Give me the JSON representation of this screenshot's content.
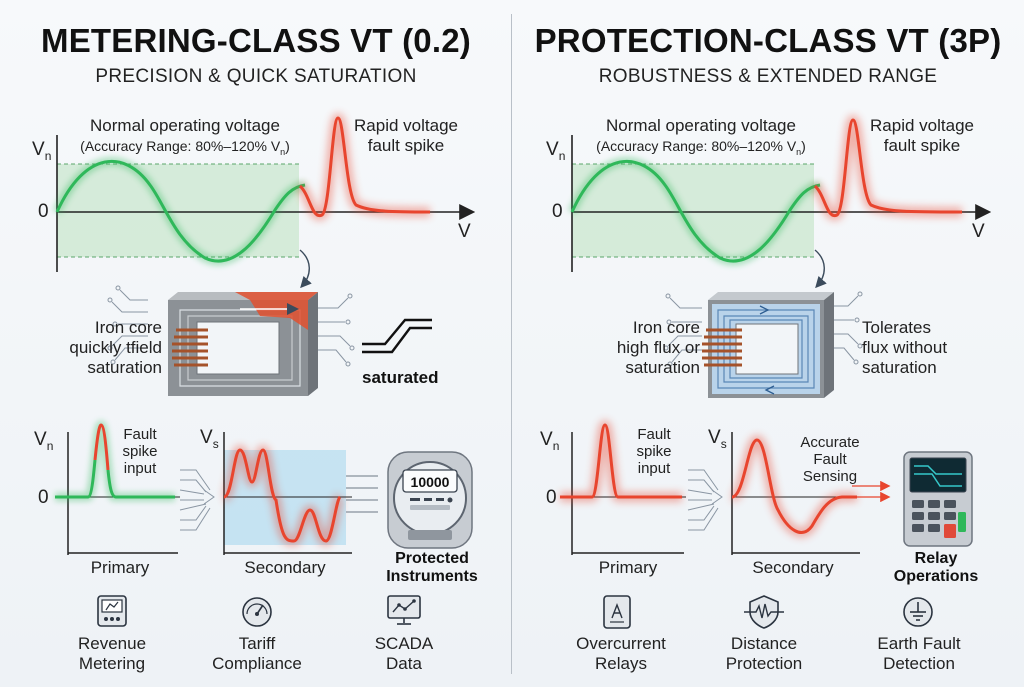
{
  "left": {
    "title": "METERING-CLASS VT (0.2)",
    "subtitle": "PRECISION & QUICK SATURATION",
    "normal_label_1": "Normal operating voltage",
    "normal_label_2": "(Accuracy Range: 80%–120% V",
    "normal_label_2_sub": "n",
    "normal_label_2_end": ")",
    "spike_label_1": "Rapid voltage",
    "spike_label_2": "fault spike",
    "axis_vn": "V",
    "axis_vn_sub": "n",
    "axis_zero": "0",
    "axis_v": "V",
    "core_label_1": "Iron core",
    "core_label_2": "quickly tfield",
    "core_label_3": "saturation",
    "sat_label": "saturated",
    "fault_label_1": "Fault",
    "fault_label_2": "spike",
    "fault_label_3": "input",
    "vs": "V",
    "vs_sub": "s",
    "primary": "Primary",
    "secondary": "Secondary",
    "meter_display": "10000",
    "device_label_1": "Protected",
    "device_label_2": "Instruments",
    "icons": [
      {
        "name": "meter-icon",
        "line1": "Revenue",
        "line2": "Metering"
      },
      {
        "name": "gauge-icon",
        "line1": "Tariff",
        "line2": "Compliance"
      },
      {
        "name": "scada-monitor-icon",
        "line1": "SCADA",
        "line2": "Data"
      }
    ]
  },
  "right": {
    "title": "PROTECTION-CLASS VT (3P)",
    "subtitle": "ROBUSTNESS & EXTENDED RANGE",
    "normal_label_1": "Normal operating voltage",
    "normal_label_2": "(Accuracy Range: 80%–120% V",
    "normal_label_2_sub": "n",
    "normal_label_2_end": ")",
    "spike_label_1": "Rapid voltage",
    "spike_label_2": "fault spike",
    "axis_vn": "V",
    "axis_vn_sub": "n",
    "axis_zero": "0",
    "axis_v": "V",
    "core_left_1": "Iron core",
    "core_left_2": "high flux or",
    "core_left_3": "saturation",
    "core_right_1": "Tolerates",
    "core_right_2": "flux without",
    "core_right_3": "saturation",
    "fault_label_1": "Fault",
    "fault_label_2": "spike",
    "fault_label_3": "input",
    "sense_label_1": "Accurate",
    "sense_label_2": "Fault",
    "sense_label_3": "Sensing",
    "vs": "V",
    "vs_sub": "s",
    "primary": "Primary",
    "secondary": "Secondary",
    "device_label_1": "Relay",
    "device_label_2": "Operations",
    "icons": [
      {
        "name": "relay-icon",
        "line1": "Overcurrent",
        "line2": "Relays"
      },
      {
        "name": "distance-shield-icon",
        "line1": "Distance",
        "line2": "Protection"
      },
      {
        "name": "earth-ground-icon",
        "line1": "Earth Fault",
        "line2": "Detection"
      }
    ]
  },
  "colors": {
    "green": "#2fb85a",
    "red": "#e8452e",
    "accuracy_band": "#cfe9d3",
    "saturation_band": "#b7def0",
    "core_gray": "#8c9196",
    "core_blue": "#b9d3ea",
    "coil": "#a5522a"
  }
}
